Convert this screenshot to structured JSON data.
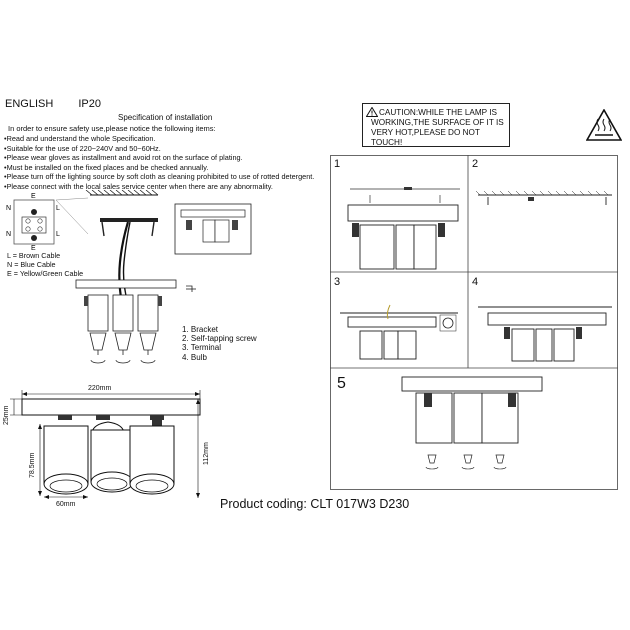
{
  "header": {
    "language": "ENGLISH",
    "ip_rating": "IP20"
  },
  "spec": {
    "title": "Specification of installation",
    "intro": "In order to ensure safety use,please notice the following items:",
    "bullets": [
      "Read and understand the whole Specification.",
      "Suitable for the use of 220~240V and 50~60Hz.",
      "Please wear gloves as installment and avoid rot on the surface of plating.",
      "Must be installed on the fixed places and be checked annually.",
      "Please turn off the lighting source by soft cloth as cleaning prohibited to use of rotted detergent.",
      "Please connect with the local sales service center when there are any abnormality."
    ]
  },
  "wiring": {
    "terminal_labels": [
      "E",
      "N",
      "L",
      "N",
      "L",
      "E"
    ],
    "legend": [
      "L = Brown Cable",
      "N = Blue Cable",
      "E = Yellow/Green Cable"
    ]
  },
  "parts": [
    "1. Bracket",
    "2. Self-tapping screw",
    "3. Terminal",
    "4. Bulb"
  ],
  "caution": {
    "text": "CAUTION:WHILE THE LAMP IS WORKING,THE SURFACE OF IT IS VERY HOT,PLEASE DO NOT TOUCH!",
    "line1": "CAUTION:WHILE THE LAMP IS",
    "line2": "WORKING,THE SURFACE OF IT IS",
    "line3": "VERY HOT,PLEASE DO NOT TOUCH!"
  },
  "steps": [
    "1",
    "2",
    "3",
    "4",
    "5"
  ],
  "dimensions": {
    "width": "220mm",
    "base_height": "25mm",
    "body_height": "78.5mm",
    "total_height": "112mm",
    "diameter": "60mm"
  },
  "product_coding": "Product coding: CLT 017W3 D230"
}
